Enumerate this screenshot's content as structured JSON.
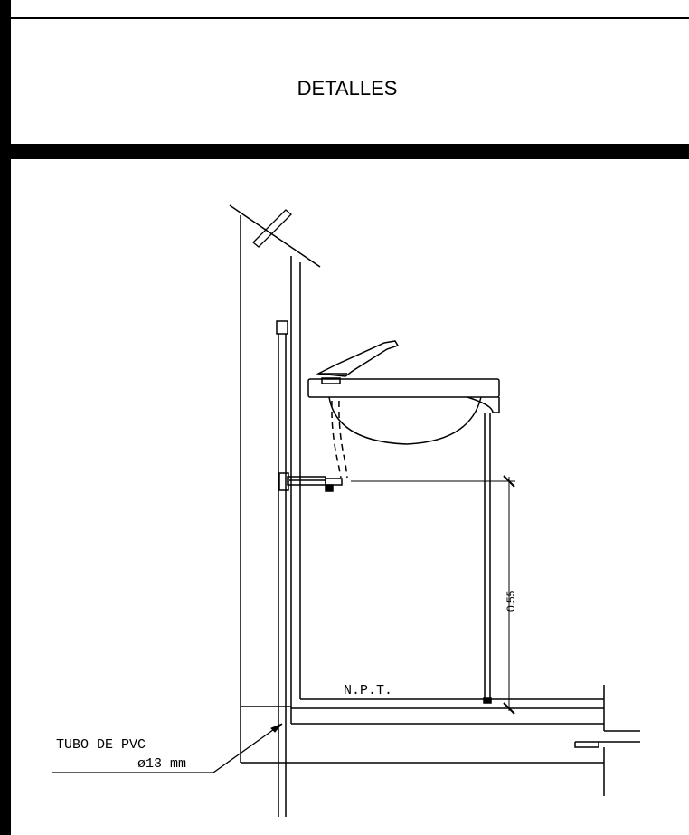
{
  "header": {
    "title": "DETALLES"
  },
  "drawing": {
    "floor_label": "N.P.T.",
    "pipe_label_line1": "TUBO DE PVC",
    "pipe_label_line2": "ø13 mm",
    "dimension_label": "0.55"
  }
}
